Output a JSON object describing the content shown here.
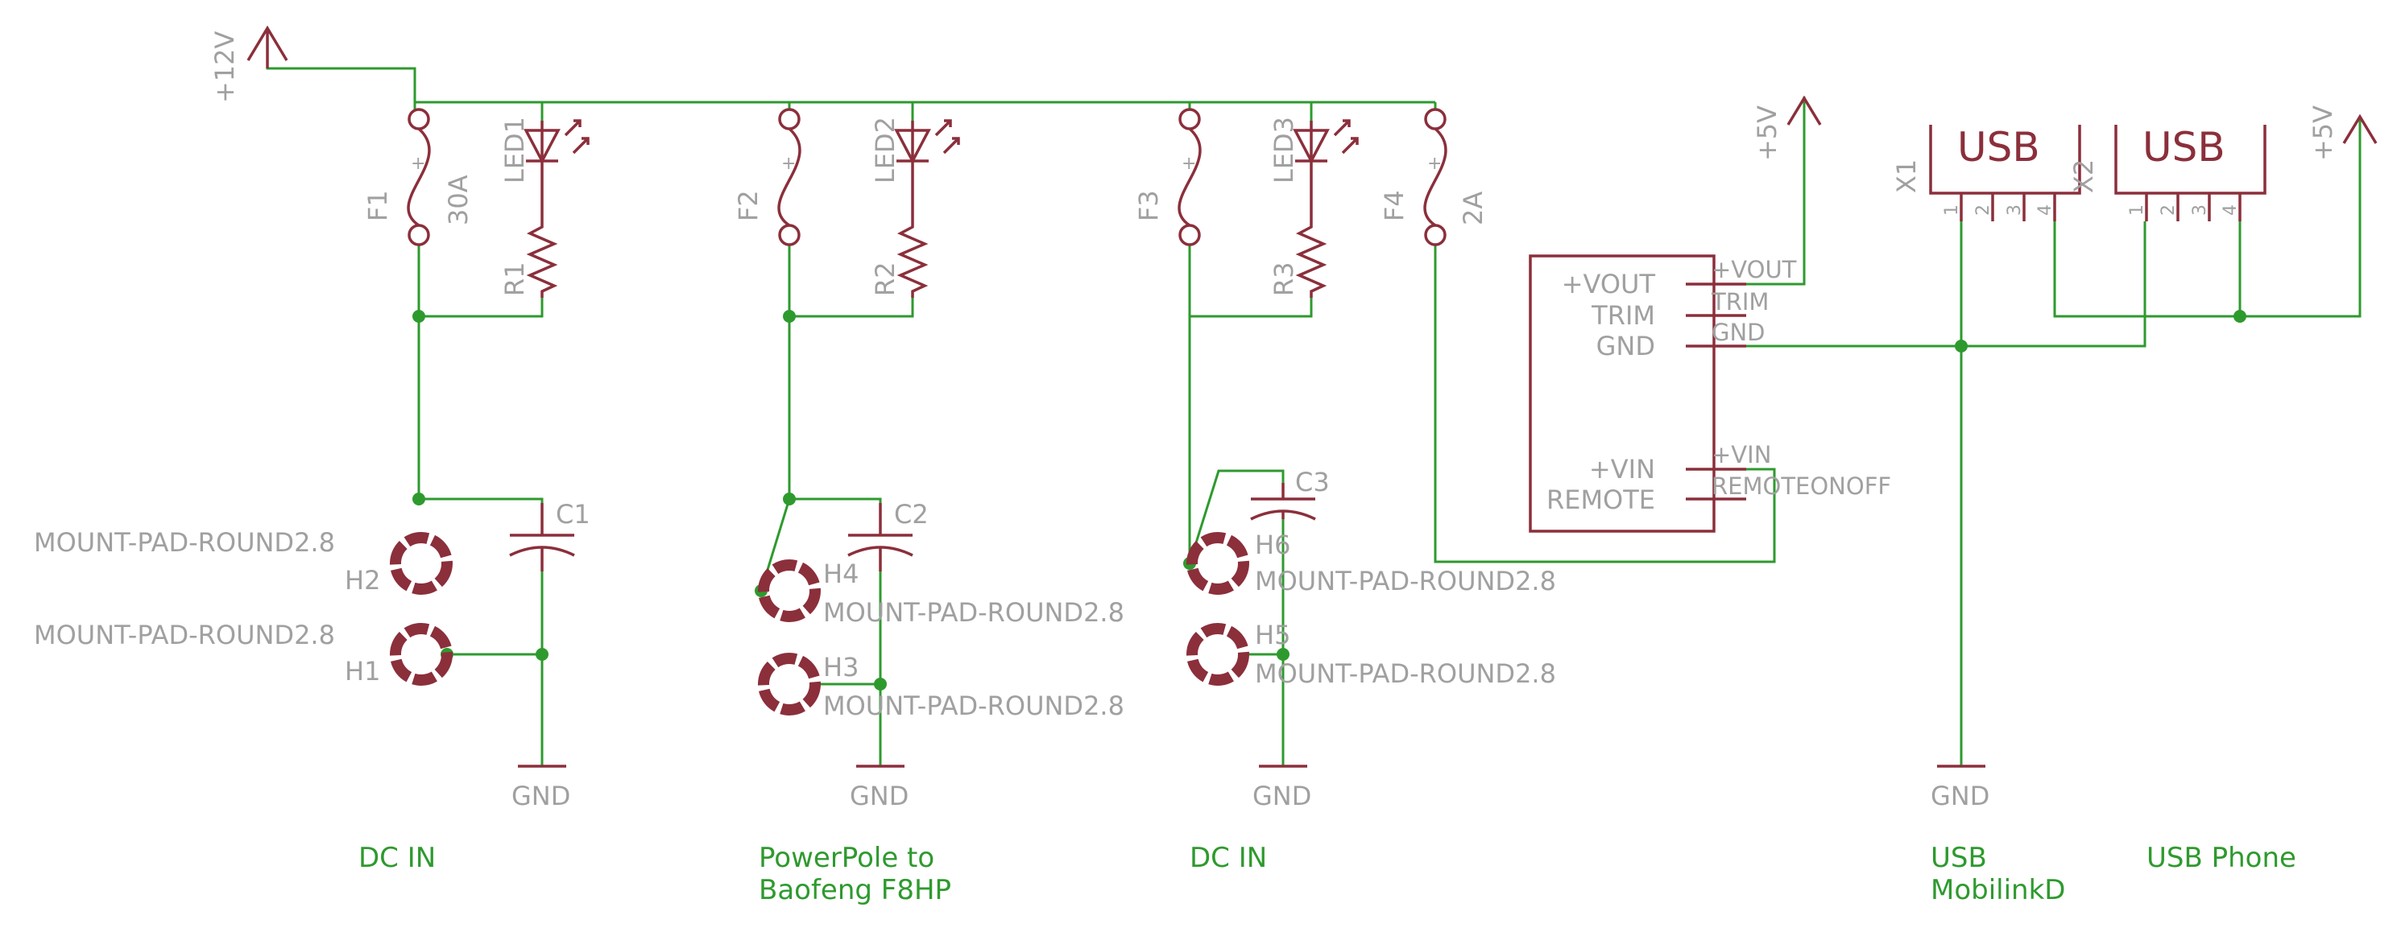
{
  "net_labels": {
    "v12": "+12V",
    "v5_a": "+5V",
    "v5_b": "+5V",
    "gnd_1": "GND",
    "gnd_2": "GND",
    "gnd_3": "GND",
    "gnd_4": "GND"
  },
  "fuses": {
    "f1": {
      "name": "F1",
      "value": "30A"
    },
    "f2": {
      "name": "F2"
    },
    "f3": {
      "name": "F3"
    },
    "f4": {
      "name": "F4",
      "value": "2A"
    }
  },
  "leds": {
    "led1": "LED1",
    "led2": "LED2",
    "led3": "LED3"
  },
  "resistors": {
    "r1": "R1",
    "r2": "R2",
    "r3": "R3"
  },
  "capacitors": {
    "c1": "C1",
    "c2": "C2",
    "c3": "C3"
  },
  "mount_pads": {
    "h1": {
      "name": "H1",
      "value": "MOUNT-PAD-ROUND2.8"
    },
    "h2": {
      "name": "H2",
      "value": "MOUNT-PAD-ROUND2.8"
    },
    "h3": {
      "name": "H3",
      "value": "MOUNT-PAD-ROUND2.8"
    },
    "h4": {
      "name": "H4",
      "value": "MOUNT-PAD-ROUND2.8"
    },
    "h5": {
      "name": "H5",
      "value": "MOUNT-PAD-ROUND2.8"
    },
    "h6": {
      "name": "H6",
      "value": "MOUNT-PAD-ROUND2.8"
    }
  },
  "regulator": {
    "pins": {
      "vout": "+VOUT",
      "trim": "TRIM",
      "gnd": "GND",
      "vin": "+VIN",
      "remote": "REMOTE"
    },
    "net_names": {
      "vout": "+VOUT",
      "trim": "TRIM",
      "gnd": "GND",
      "vin": "+VIN",
      "remote": "REMOTEONOFF"
    }
  },
  "usb": {
    "x1": {
      "name": "X1",
      "label": "USB",
      "pins": [
        "1",
        "2",
        "3",
        "4"
      ]
    },
    "x2": {
      "name": "X2",
      "label": "USB",
      "pins": [
        "1",
        "2",
        "3",
        "4"
      ]
    }
  },
  "notes": {
    "dc_in_1": "DC IN",
    "powerpole_line1": "PowerPole to",
    "powerpole_line2": "Baofeng F8HP",
    "dc_in_2": "DC IN",
    "usb_mobilink_line1": "USB",
    "usb_mobilink_line2": "MobilinkD",
    "usb_phone": "USB Phone"
  },
  "colors": {
    "wire": "#2e9a2e",
    "component": "#8b2f3b",
    "label": "#a0a0a0"
  }
}
